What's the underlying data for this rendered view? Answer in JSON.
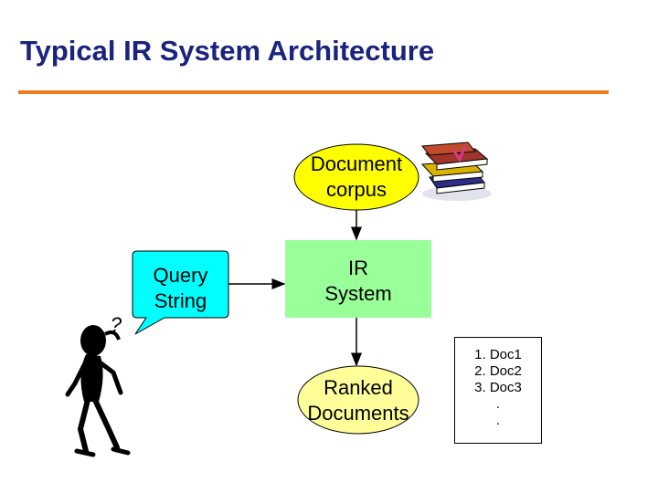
{
  "title": "Typical IR System Architecture",
  "colors": {
    "title": "#1a237e",
    "rule": "#f07a1a",
    "ellipse_fill": "#ffff00",
    "box_fill": "#99ff99",
    "bubble_fill": "#00ffff",
    "ranked_fill": "#ffff99"
  },
  "nodes": {
    "corpus": {
      "line1": "Document",
      "line2": "corpus"
    },
    "query": {
      "line1": "Query",
      "line2": "String"
    },
    "system": {
      "line1": "IR",
      "line2": "System"
    },
    "ranked": {
      "line1": "Ranked",
      "line2": "Documents"
    }
  },
  "ranked_list": [
    "1. Doc1",
    "2. Doc2",
    "3. Doc3",
    ".",
    "."
  ],
  "question_mark": "?",
  "icons": [
    "books-icon",
    "thinking-person-icon"
  ]
}
